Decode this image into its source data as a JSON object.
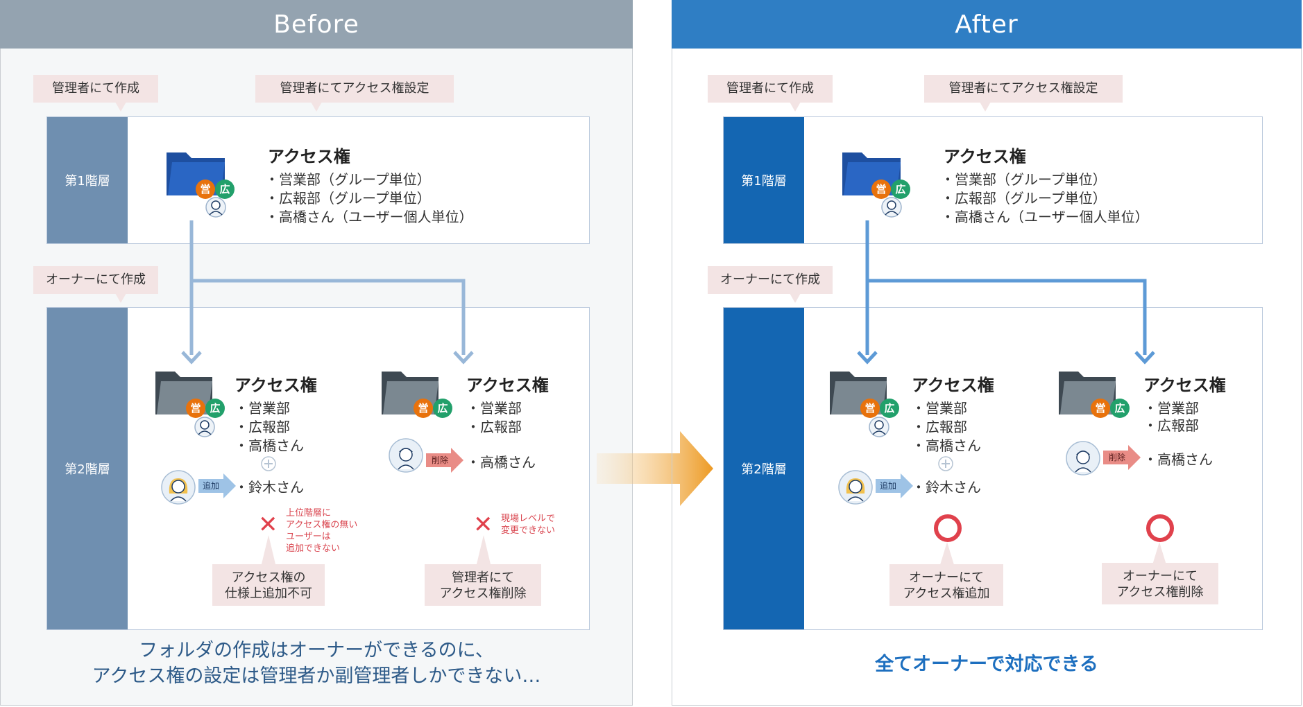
{
  "colors": {
    "before_header": "#94a3b0",
    "after_header": "#2f7ec4",
    "before_bar": "#6f8fb0",
    "after_bar": "#1466b2",
    "tag_bg": "#f3e4e4",
    "badge_ei": "#e8720c",
    "badge_ko": "#22a06b",
    "red_mark": "#e0414c",
    "after_caption": "#1d6fbf"
  },
  "before": {
    "header": "Before",
    "tag_admin_create": "管理者にて作成",
    "tag_admin_access": "管理者にてアクセス権設定",
    "tag_owner_create": "オーナーにて作成",
    "level1": "第1階層",
    "level2": "第2階層",
    "l1": {
      "title": "アクセス権",
      "items": [
        "・営業部（グループ単位）",
        "・広報部（グループ単位）",
        "・高橋さん（ユーザー個人単位）"
      ]
    },
    "left": {
      "title": "アクセス権",
      "items": [
        "・営業部",
        "・広報部",
        "・高橋さん"
      ],
      "add_label": "追加",
      "add_item": "・鈴木さん",
      "note": [
        "上位階層に",
        "アクセス権の無い",
        "ユーザーは",
        "追加できない"
      ],
      "box": [
        "アクセス権の",
        "仕様上追加不可"
      ]
    },
    "right": {
      "title": "アクセス権",
      "items": [
        "・営業部",
        "・広報部"
      ],
      "del_label": "削除",
      "del_item": "・高橋さん",
      "note": [
        "現場レベルで",
        "変更できない"
      ],
      "box": [
        "管理者にて",
        "アクセス権削除"
      ]
    },
    "caption": [
      "フォルダの作成はオーナーができるのに、",
      "アクセス権の設定は管理者か副管理者しかできない…"
    ]
  },
  "after": {
    "header": "After",
    "tag_admin_create": "管理者にて作成",
    "tag_admin_access": "管理者にてアクセス権設定",
    "tag_owner_create": "オーナーにて作成",
    "level1": "第1階層",
    "level2": "第2階層",
    "l1": {
      "title": "アクセス権",
      "items": [
        "・営業部（グループ単位）",
        "・広報部（グループ単位）",
        "・高橋さん（ユーザー個人単位）"
      ]
    },
    "left": {
      "title": "アクセス権",
      "items": [
        "・営業部",
        "・広報部",
        "・高橋さん"
      ],
      "add_label": "追加",
      "add_item": "・鈴木さん",
      "box": [
        "オーナーにて",
        "アクセス権追加"
      ]
    },
    "right": {
      "title": "アクセス権",
      "items": [
        "・営業部",
        "・広報部"
      ],
      "del_label": "削除",
      "del_item": "・高橋さん",
      "box": [
        "オーナーにて",
        "アクセス権削除"
      ]
    },
    "caption": "全てオーナーで対応できる"
  },
  "badges": {
    "ei": "営",
    "ko": "広"
  }
}
